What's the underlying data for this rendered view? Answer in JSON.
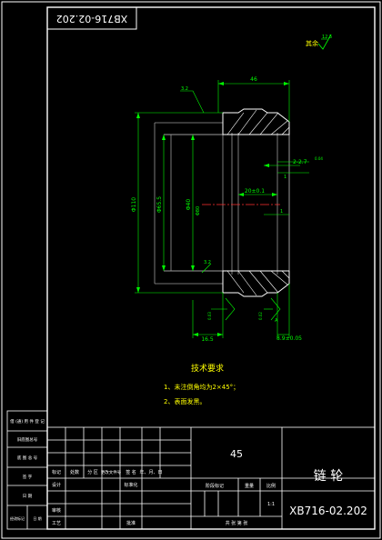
{
  "drawing": {
    "rotated_code": "XB716-02.202",
    "surface_finish_top": "其余",
    "roughness_main": "12.5",
    "roughness_small": "3.2",
    "dim_overall_width": "46",
    "dim_bore": "Φ40",
    "dim_hub": "Φ65.5",
    "dim_outer": "Φ110",
    "dim_hub_lower": "Φ80",
    "dim_keyway_top": "2-2.7",
    "dim_keyway_depth": "1",
    "dim_center": "20±0.1",
    "dim_small": "1",
    "dim_bottom_left": "16.5",
    "dim_bottom_right": "8.9±0.05",
    "tol_1": "0.04",
    "tol_2": "0.03",
    "tol_3": "0.02",
    "ref_a": "A"
  },
  "notes": {
    "title": "技术要求",
    "item1": "1、未注倒角均为2×45°；",
    "item2": "2、表面发黑。"
  },
  "side_table": {
    "row1": "借 (通) 用 件 登 记",
    "row2": "旧底图总号",
    "row3": "底 图 总 号",
    "row4": "签  字",
    "row5": "日  期",
    "foot_left": "经改标记",
    "foot_right": "日 期"
  },
  "title_block": {
    "material": "45",
    "part_name": "链 轮",
    "drawing_no": "XB716-02.202",
    "headers": [
      "标记",
      "处数",
      "分 区",
      "更改文件号",
      "签 名",
      "年、月、日"
    ],
    "design": "设计",
    "standardize": "标准化",
    "review": "审核",
    "process": "工艺",
    "approve": "批准",
    "stage_mark": "阶段标记",
    "weight": "重量",
    "scale": "比例",
    "scale_value": "1:1",
    "sheets": "共  张  第  张"
  }
}
